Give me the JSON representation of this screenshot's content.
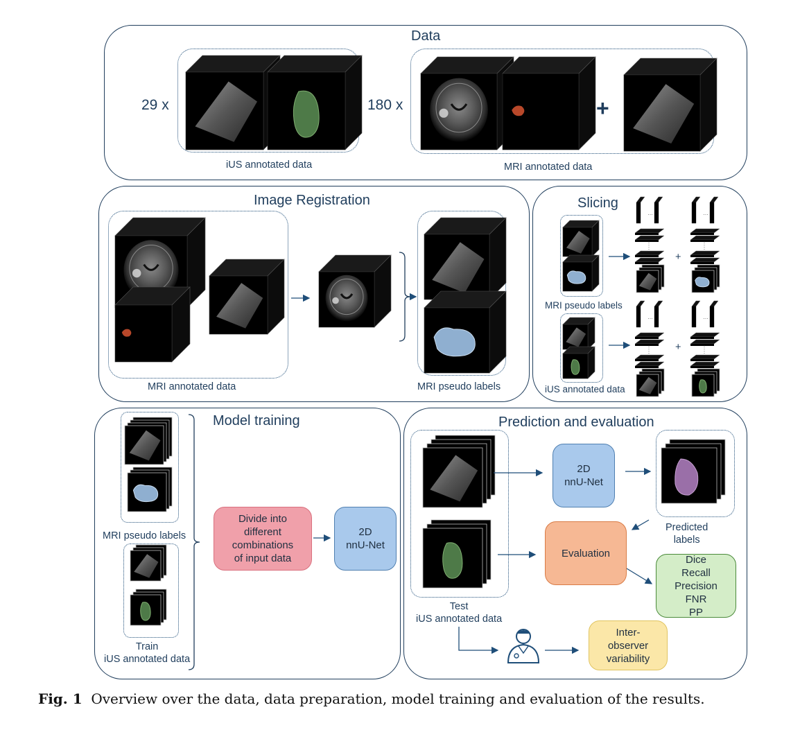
{
  "panels": {
    "data": {
      "title": "Data",
      "count_ius": "29 x",
      "count_mri": "180 x",
      "plus": "+",
      "ius_label": "iUS annotated data",
      "mri_label": "MRI annotated data"
    },
    "registration": {
      "title": "Image Registration",
      "mri_label": "MRI annotated data",
      "pseudo_label": "MRI pseudo labels"
    },
    "slicing": {
      "title": "Slicing",
      "mri_label": "MRI pseudo labels",
      "ius_label": "iUS annotated data",
      "plus": "+"
    },
    "training": {
      "title": "Model training",
      "mri_label": "MRI pseudo labels",
      "train_label": "Train\niUS annotated data",
      "divide_box": "Divide into\ndifferent\ncombinations\nof input data",
      "nnunet_box": "2D\nnnU-Net"
    },
    "prediction": {
      "title": "Prediction and evaluation",
      "nnunet_box": "2D\nnnU-Net",
      "predicted_label": "Predicted\nlabels",
      "evaluation_box": "Evaluation",
      "metrics_box": "Dice\nRecall\nPrecision\nFNR\nPP",
      "test_label": "Test\niUS annotated data",
      "interobserver_box": "Inter-\nobserver\nvariability"
    }
  },
  "caption": {
    "prefix": "Fig. 1",
    "text": "Overview over the data, data preparation, model training and evaluation of the results."
  },
  "colors": {
    "panel_border": "#1f3d5c",
    "divide_fill": "#f0a0aa",
    "nnunet_fill": "#a9c9ec",
    "evaluation_fill": "#f6b894",
    "metrics_fill": "#d4edc8",
    "interobserver_fill": "#fbe7a8"
  },
  "icons": [
    "doctor-icon",
    "plus-icon",
    "arrow-icon",
    "bracket-icon"
  ]
}
